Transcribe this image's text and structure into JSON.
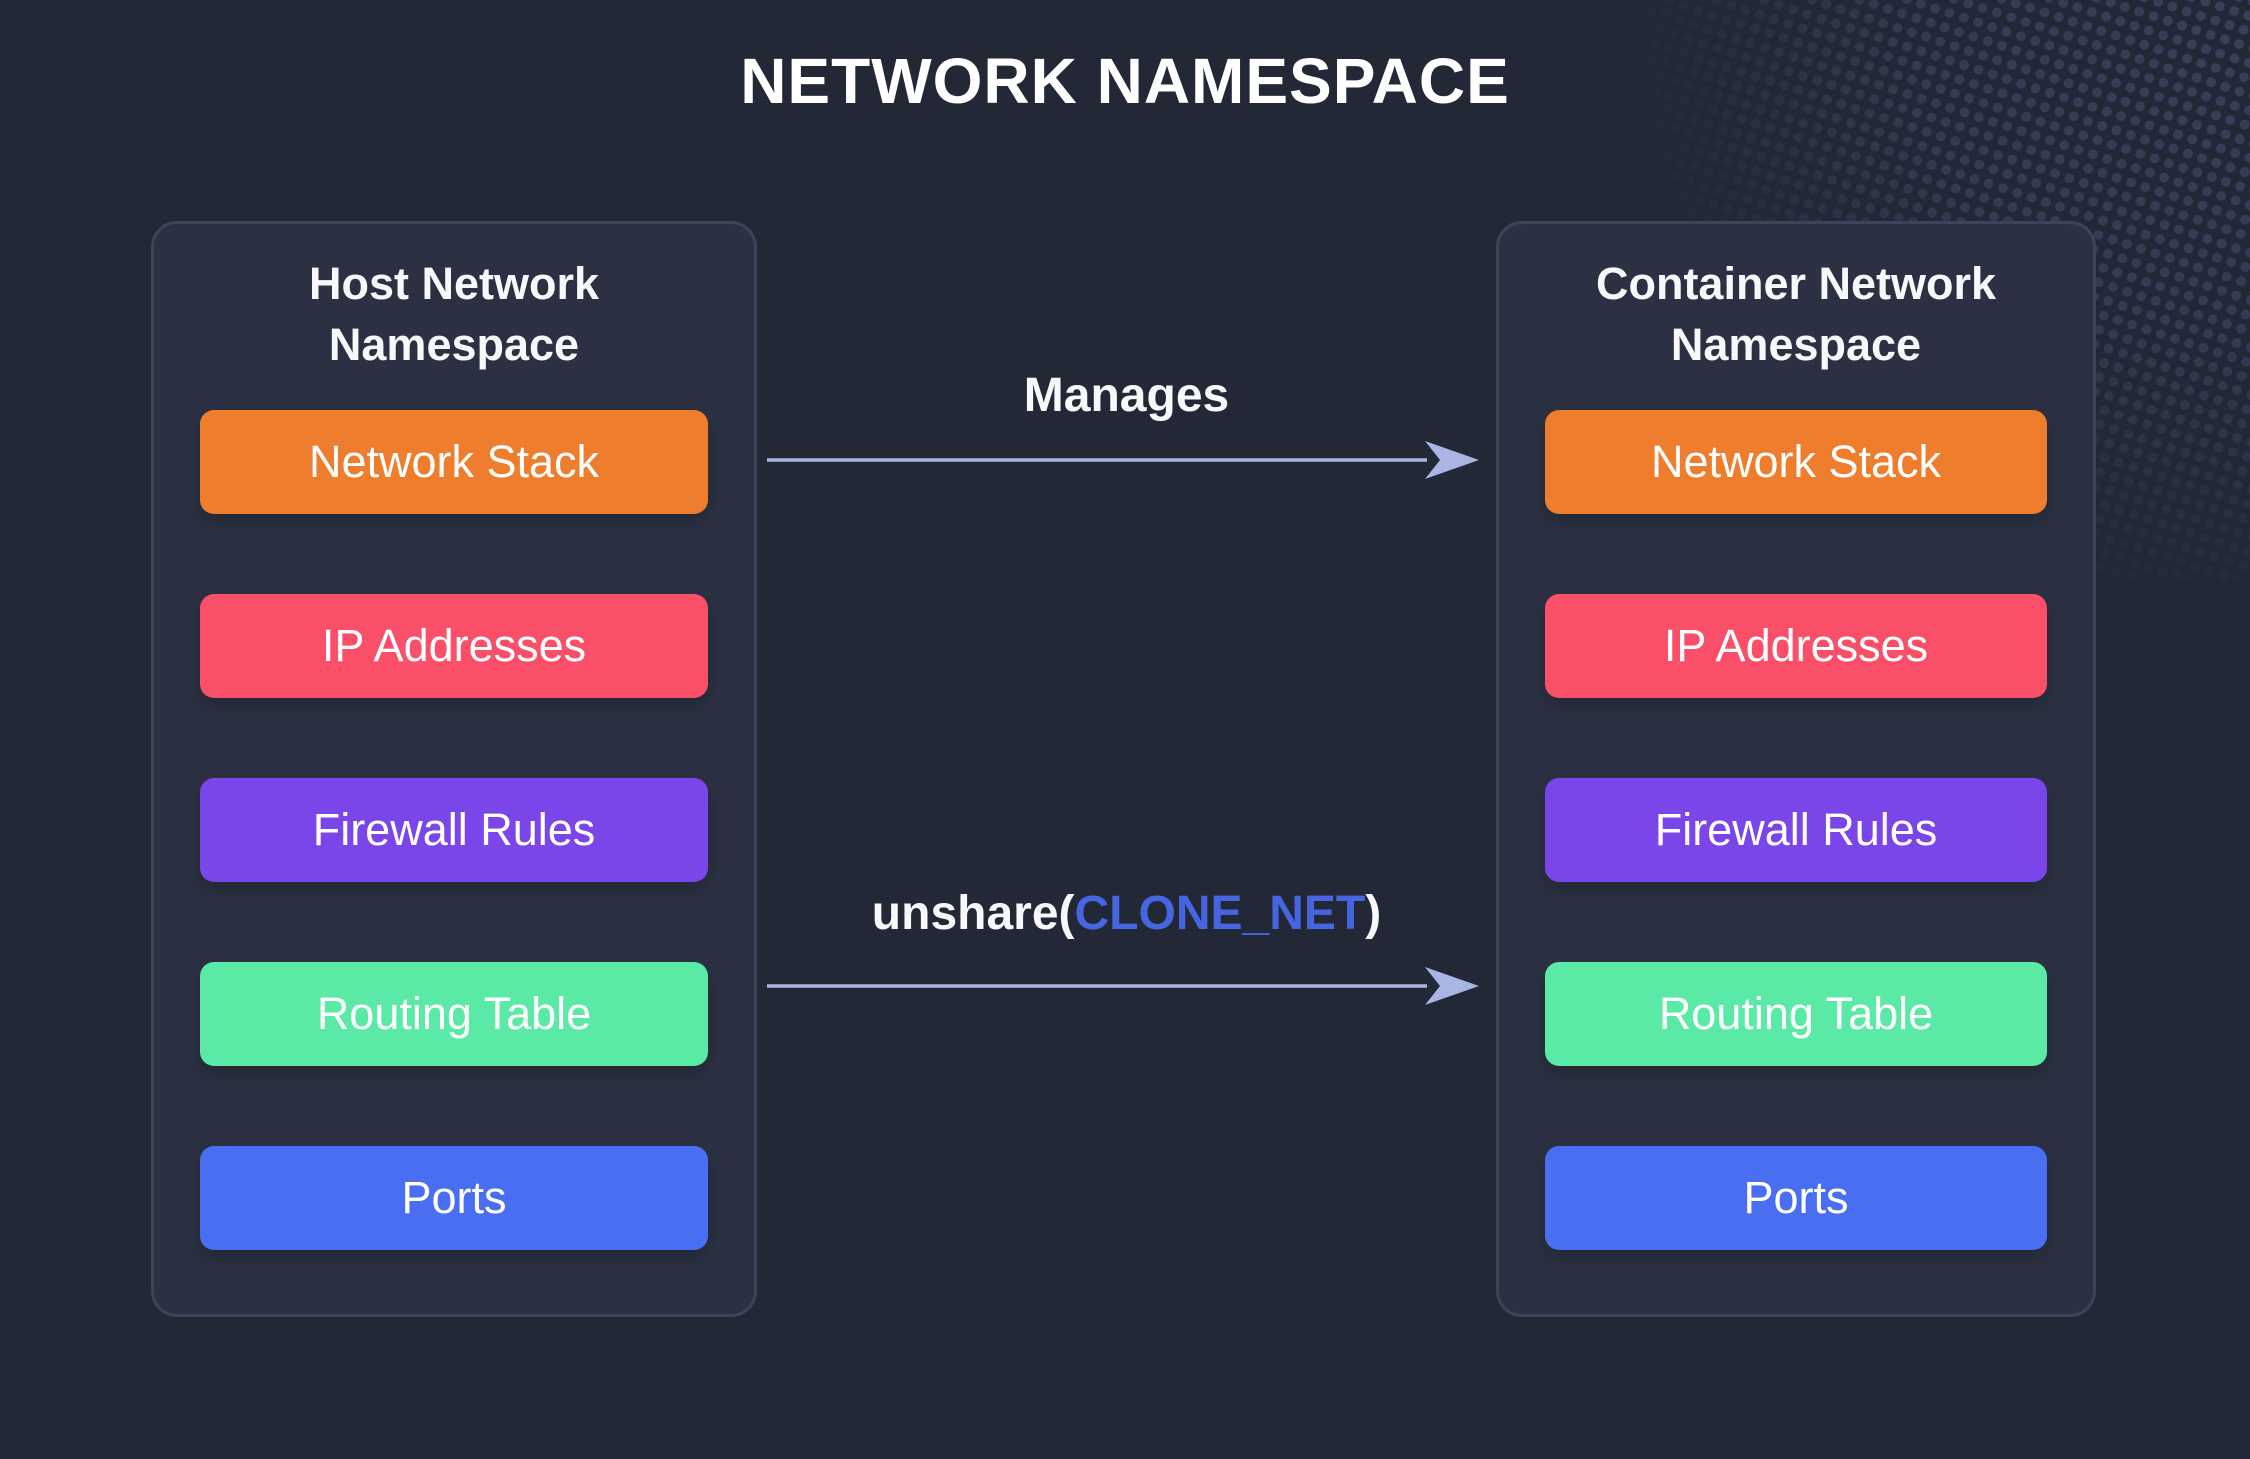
{
  "title": "NETWORK NAMESPACE",
  "colors": {
    "page_bg": "#232837",
    "panel_bg": "#2b3142",
    "panel_border": "#3b4459",
    "text": "#f7f8fa",
    "arrow": "#a9b5e2",
    "accent_blue": "#4566e0",
    "orange": "#ee7d2d",
    "rose": "#f94f68",
    "purple": "#7b46e9",
    "green": "#5aeaa6",
    "blue": "#4a6ef2"
  },
  "panels": {
    "host": {
      "title": "Host Network Namespace",
      "boxes": [
        {
          "label": "Network Stack",
          "color": "#ee7d2d"
        },
        {
          "label": "IP Addresses",
          "color": "#f94f68"
        },
        {
          "label": "Firewall Rules",
          "color": "#7b46e9"
        },
        {
          "label": "Routing Table",
          "color": "#5aeaa6"
        },
        {
          "label": "Ports",
          "color": "#4a6ef2"
        }
      ]
    },
    "container": {
      "title": "Container Network Namespace",
      "boxes": [
        {
          "label": "Network Stack",
          "color": "#ee7d2d"
        },
        {
          "label": "IP Addresses",
          "color": "#f94f68"
        },
        {
          "label": "Firewall Rules",
          "color": "#7b46e9"
        },
        {
          "label": "Routing Table",
          "color": "#5aeaa6"
        },
        {
          "label": "Ports",
          "color": "#4a6ef2"
        }
      ]
    }
  },
  "arrows": {
    "manages": {
      "label": "Manages"
    },
    "unshare": {
      "prefix": "unshare(",
      "highlight": "CLONE_NET",
      "suffix": ")"
    }
  }
}
